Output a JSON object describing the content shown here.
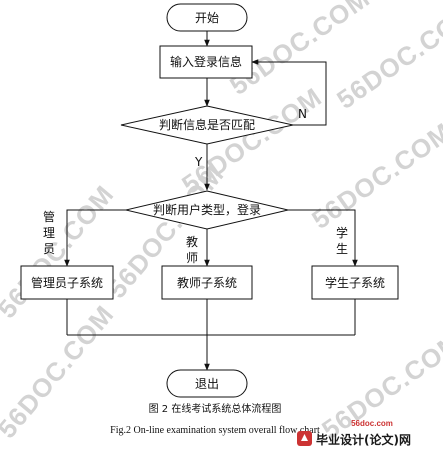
{
  "watermark": {
    "marks": [
      "56DOC.COM",
      "56DOC.COM",
      "56DOC.COM",
      "56DOC.COM",
      "56DOC.COM",
      "56DOC.COM",
      "56DOC.COM",
      "56DOC.COM"
    ]
  },
  "flowchart": {
    "nodes": {
      "start": "开始",
      "input": "输入登录信息",
      "check_match": "判断信息是否匹配",
      "check_type": "判断用户类型，登录",
      "admin_subsystem": "管理员子系统",
      "teacher_subsystem": "教师子系统",
      "student_subsystem": "学生子系统",
      "exit": "退出"
    },
    "edges": {
      "no_label": "N",
      "yes_label": "Y",
      "admin_label": [
        "管",
        "理",
        "员"
      ],
      "teacher_label": [
        "教",
        "师"
      ],
      "student_label": [
        "学",
        "生"
      ]
    }
  },
  "caption": {
    "chinese": "图 2  在线考试系统总体流程图",
    "english": "Fig.2    On-line examination system overall flow chart"
  },
  "logo": {
    "url": "56doc.com",
    "name": "毕业设计(论文)网"
  }
}
